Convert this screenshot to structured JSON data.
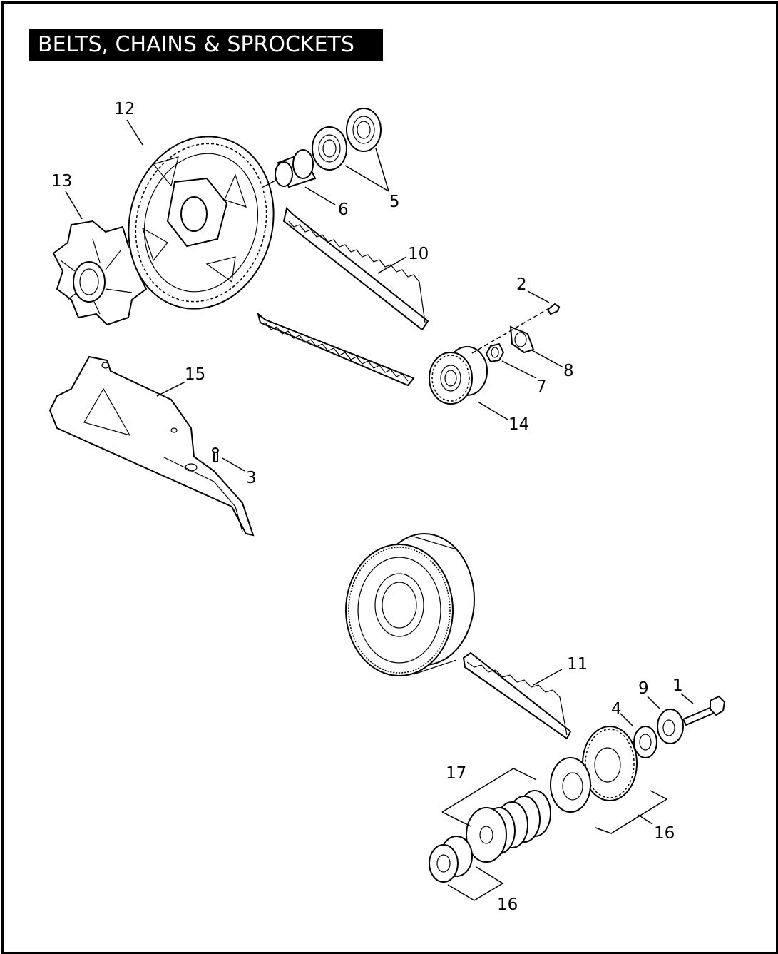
{
  "title": "BELTS, CHAINS & SPROCKETS",
  "callouts": {
    "c1": "1",
    "c2": "2",
    "c3": "3",
    "c4": "4",
    "c5": "5",
    "c6": "6",
    "c7": "7",
    "c8": "8",
    "c9": "9",
    "c10": "10",
    "c11": "11",
    "c12": "12",
    "c13": "13",
    "c14": "14",
    "c15": "15",
    "c16a": "16",
    "c16b": "16",
    "c17": "17"
  }
}
